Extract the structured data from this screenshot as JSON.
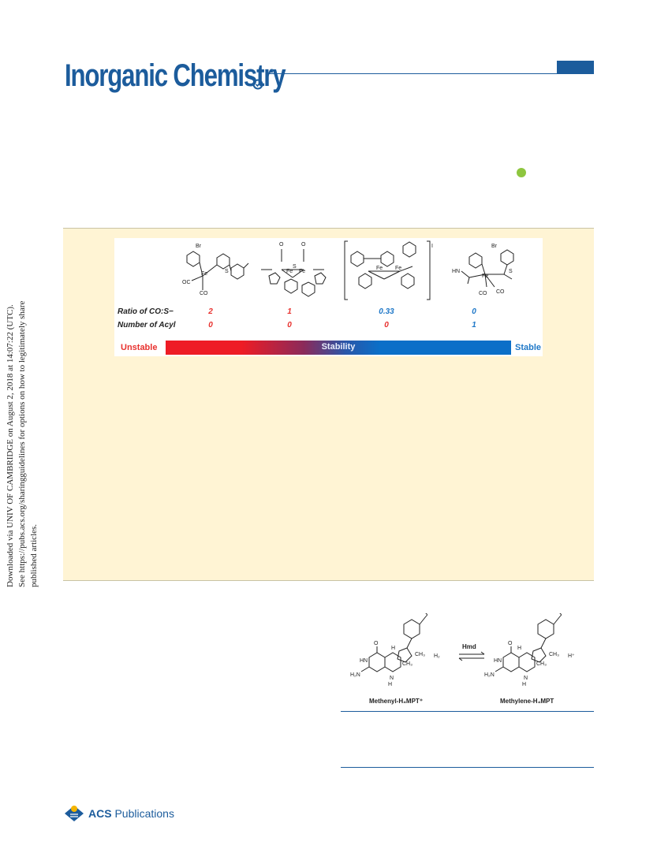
{
  "header": {
    "journal_title": "Inorganic Chemistry"
  },
  "side_note": {
    "line1": "Downloaded via UNIV OF CAMBRIDGE on August 2, 2018 at 14:07:22 (UTC).",
    "line2": "See https://pubs.acs.org/sharingguidelines for options on how to legitimately share published articles."
  },
  "toc": {
    "ratio_label": "Ratio of CO:S−",
    "acyl_label": "Number of Acyl",
    "ratios": [
      "2",
      "1",
      "0.33",
      "0"
    ],
    "acyls": [
      "0",
      "0",
      "0",
      "1"
    ],
    "bar_label": "Stability",
    "unstable_label": "Unstable",
    "stable_label": "Stable"
  },
  "scheme": {
    "enzyme": "Hmd",
    "left_compound": "Methenyl-H₄MPT⁺",
    "right_compound": "Methylene-H₄MPT",
    "h2": "H₂",
    "hplus": "H⁺"
  },
  "footer": {
    "acs": "ACS",
    "publications": "Publications"
  },
  "colors": {
    "brand": "#1c5c9c",
    "abstract_bg": "#fff4d4",
    "unstable": "#e8322f",
    "stable": "#1f78c8"
  }
}
